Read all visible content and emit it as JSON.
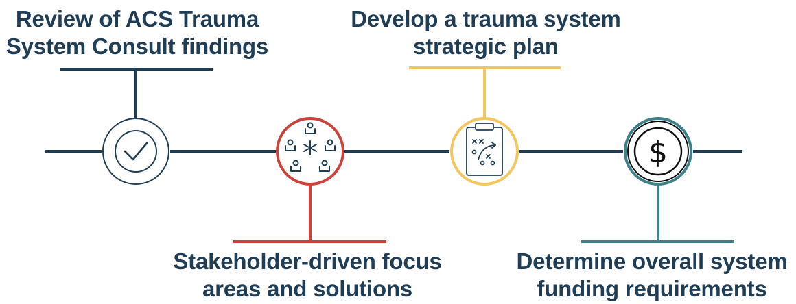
{
  "colors": {
    "navy": "#1f3d55",
    "red": "#c9433b",
    "yellow": "#f3c65f",
    "teal": "#3f8089"
  },
  "steps": [
    {
      "lines": [
        "Review of ACS Trauma",
        "System Consult findings"
      ],
      "icon": "checkmark-icon",
      "accent": "#1f3d55"
    },
    {
      "lines": [
        "Stakeholder-driven focus",
        "areas and solutions"
      ],
      "icon": "stakeholders-icon",
      "accent": "#c9433b"
    },
    {
      "lines": [
        "Develop a trauma system",
        "strategic plan"
      ],
      "icon": "strategy-clipboard-icon",
      "accent": "#f3c65f"
    },
    {
      "lines": [
        "Determine overall system",
        "funding requirements"
      ],
      "icon": "dollar-icon",
      "accent": "#3f8089"
    }
  ]
}
